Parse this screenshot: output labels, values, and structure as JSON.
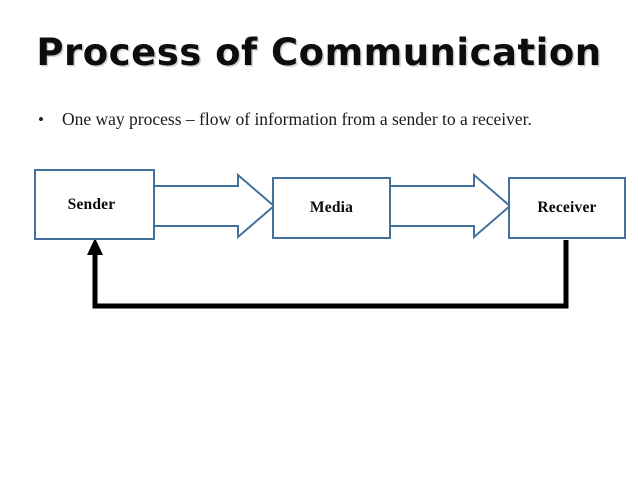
{
  "slide": {
    "title": "Process of Communication",
    "background_color": "#ffffff",
    "title_color": "#0d0d0d"
  },
  "bullets": [
    {
      "marker": "•",
      "text": "One way process – flow of information from a sender to a receiver."
    }
  ],
  "diagram": {
    "type": "flow",
    "accent_color": "#41719c",
    "feedback_color": "#000000",
    "nodes": [
      {
        "id": "sender",
        "label": "Sender"
      },
      {
        "id": "media",
        "label": "Media"
      },
      {
        "id": "receiver",
        "label": "Receiver"
      }
    ],
    "connectors": [
      {
        "id": "arrow-sender-media",
        "from": "sender",
        "to": "media",
        "style": "block-arrow",
        "color": "#41719c"
      },
      {
        "id": "arrow-media-receiver",
        "from": "media",
        "to": "receiver",
        "style": "block-arrow",
        "color": "#41719c"
      },
      {
        "id": "feedback-receiver-sender",
        "from": "receiver",
        "to": "sender",
        "style": "elbow-line-arrow",
        "color": "#000000"
      }
    ]
  }
}
